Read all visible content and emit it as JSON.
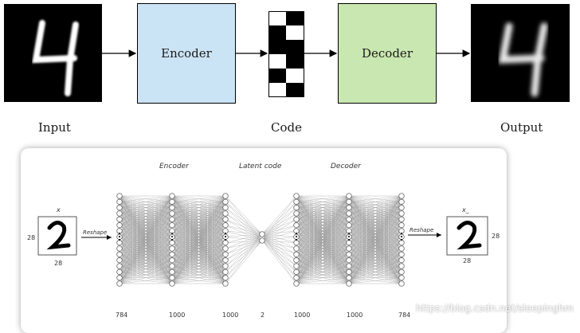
{
  "top": {
    "encoder_label": "Encoder",
    "decoder_label": "Decoder",
    "input_caption": "Input",
    "code_caption": "Code",
    "output_caption": "Output",
    "encoder_color": "#cbe4f5",
    "decoder_color": "#c9e7b0"
  },
  "network": {
    "encoder_title": "Encoder",
    "latent_title": "Latent code",
    "decoder_title": "Decoder",
    "reshape_left": "Reshape",
    "reshape_right": "Reshape",
    "input_symbol": "x",
    "output_symbol": "x_",
    "input_width": "28",
    "input_height": "28",
    "output_width": "28",
    "output_height": "28",
    "layer_sizes": [
      "784",
      "1000",
      "1000",
      "2",
      "1000",
      "1000",
      "784"
    ]
  },
  "watermark": "https://blog.csdn.net/sleepinghm"
}
